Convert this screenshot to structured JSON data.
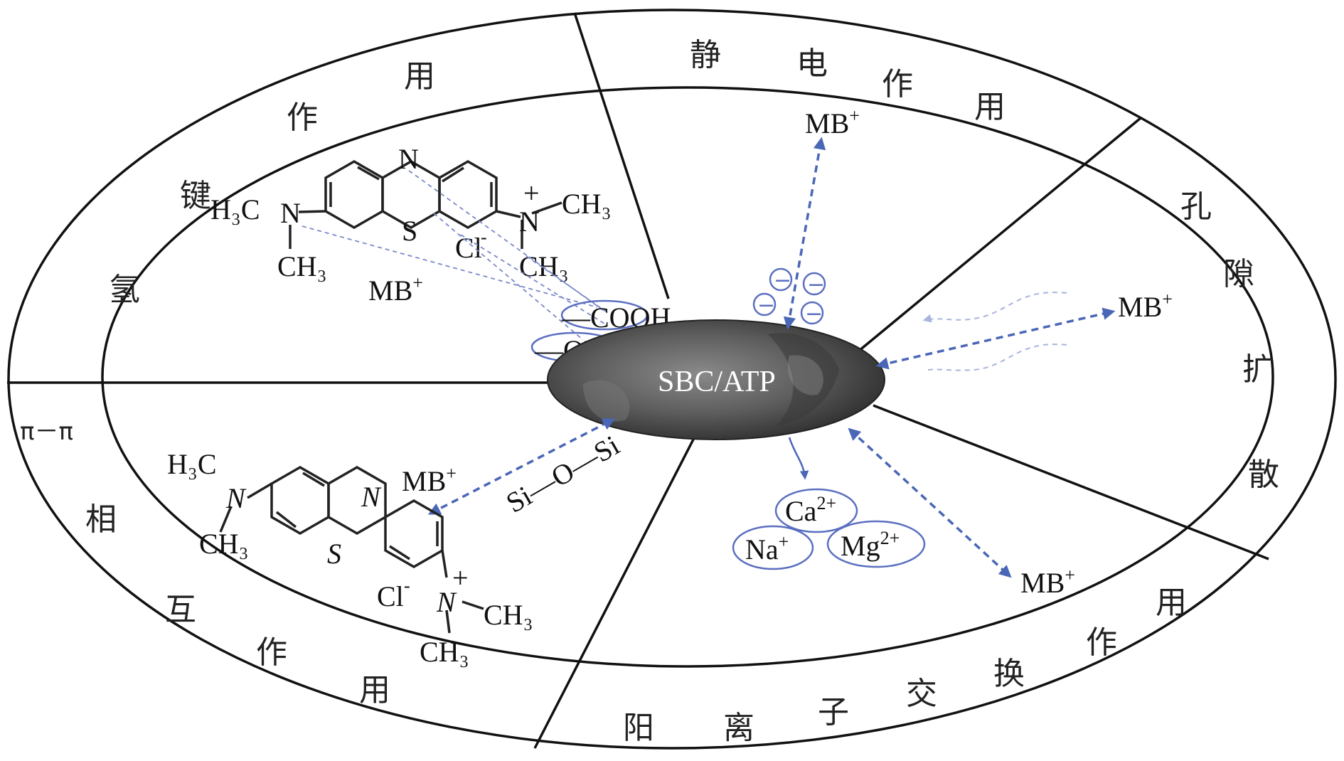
{
  "center": {
    "label": "SBC/ATP"
  },
  "mechanisms": {
    "hydrogen_bond": [
      "氢",
      "键",
      "作",
      "用"
    ],
    "electrostatic": [
      "静",
      "电",
      "作",
      "用"
    ],
    "pore_diffusion": [
      "孔",
      "隙",
      "扩",
      "散"
    ],
    "ion_exchange": [
      "阳",
      "离",
      "子",
      "交",
      "换",
      "作",
      "用"
    ],
    "pi_pi": {
      "pi_label": "π－π",
      "chars": [
        "相",
        "互",
        "作",
        "用"
      ]
    }
  },
  "labels": {
    "mb": "MB",
    "mb_charge": "+",
    "cooh": "—COOH",
    "oh": "—OH",
    "si_o_si": "Si—O—Si",
    "minus": "−"
  },
  "molecule": {
    "n_ring": "N",
    "s_ring": "S",
    "cl": "Cl",
    "cl_charge": "-",
    "n_amine": "N",
    "n_plus": "+",
    "h3c": "H₃C",
    "ch3": "CH₃"
  },
  "cations": [
    {
      "symbol": "Ca",
      "charge": "2+"
    },
    {
      "symbol": "Na",
      "charge": "+"
    },
    {
      "symbol": "Mg",
      "charge": "2+"
    }
  ],
  "colors": {
    "line": "#111111",
    "arrow_blue": "#4a66b6",
    "oval_stroke": "#5b6fc0",
    "center_fill": "#5a5a5a"
  }
}
